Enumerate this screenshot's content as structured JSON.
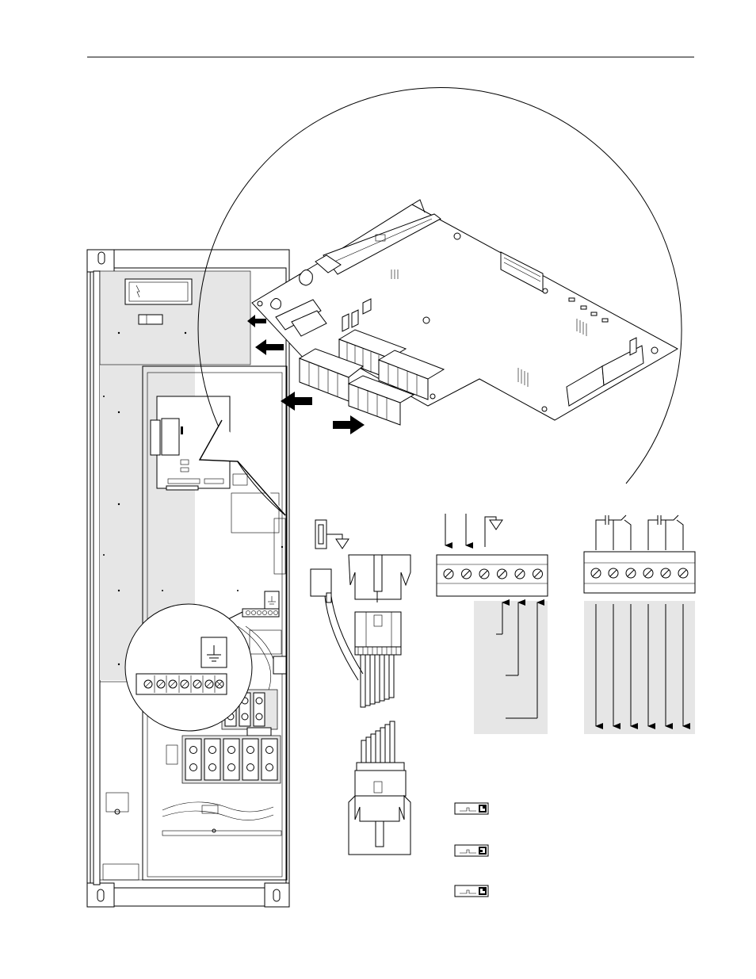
{
  "figure": {
    "description_labels": [],
    "header_rule": true,
    "detail_magnifier": "control-board",
    "ground_magnifier": "ground-terminal-strip",
    "connector_blocks": {
      "analog_block_terminals": 6,
      "relay_block_terminals": 6
    },
    "switch_positions": 3
  }
}
